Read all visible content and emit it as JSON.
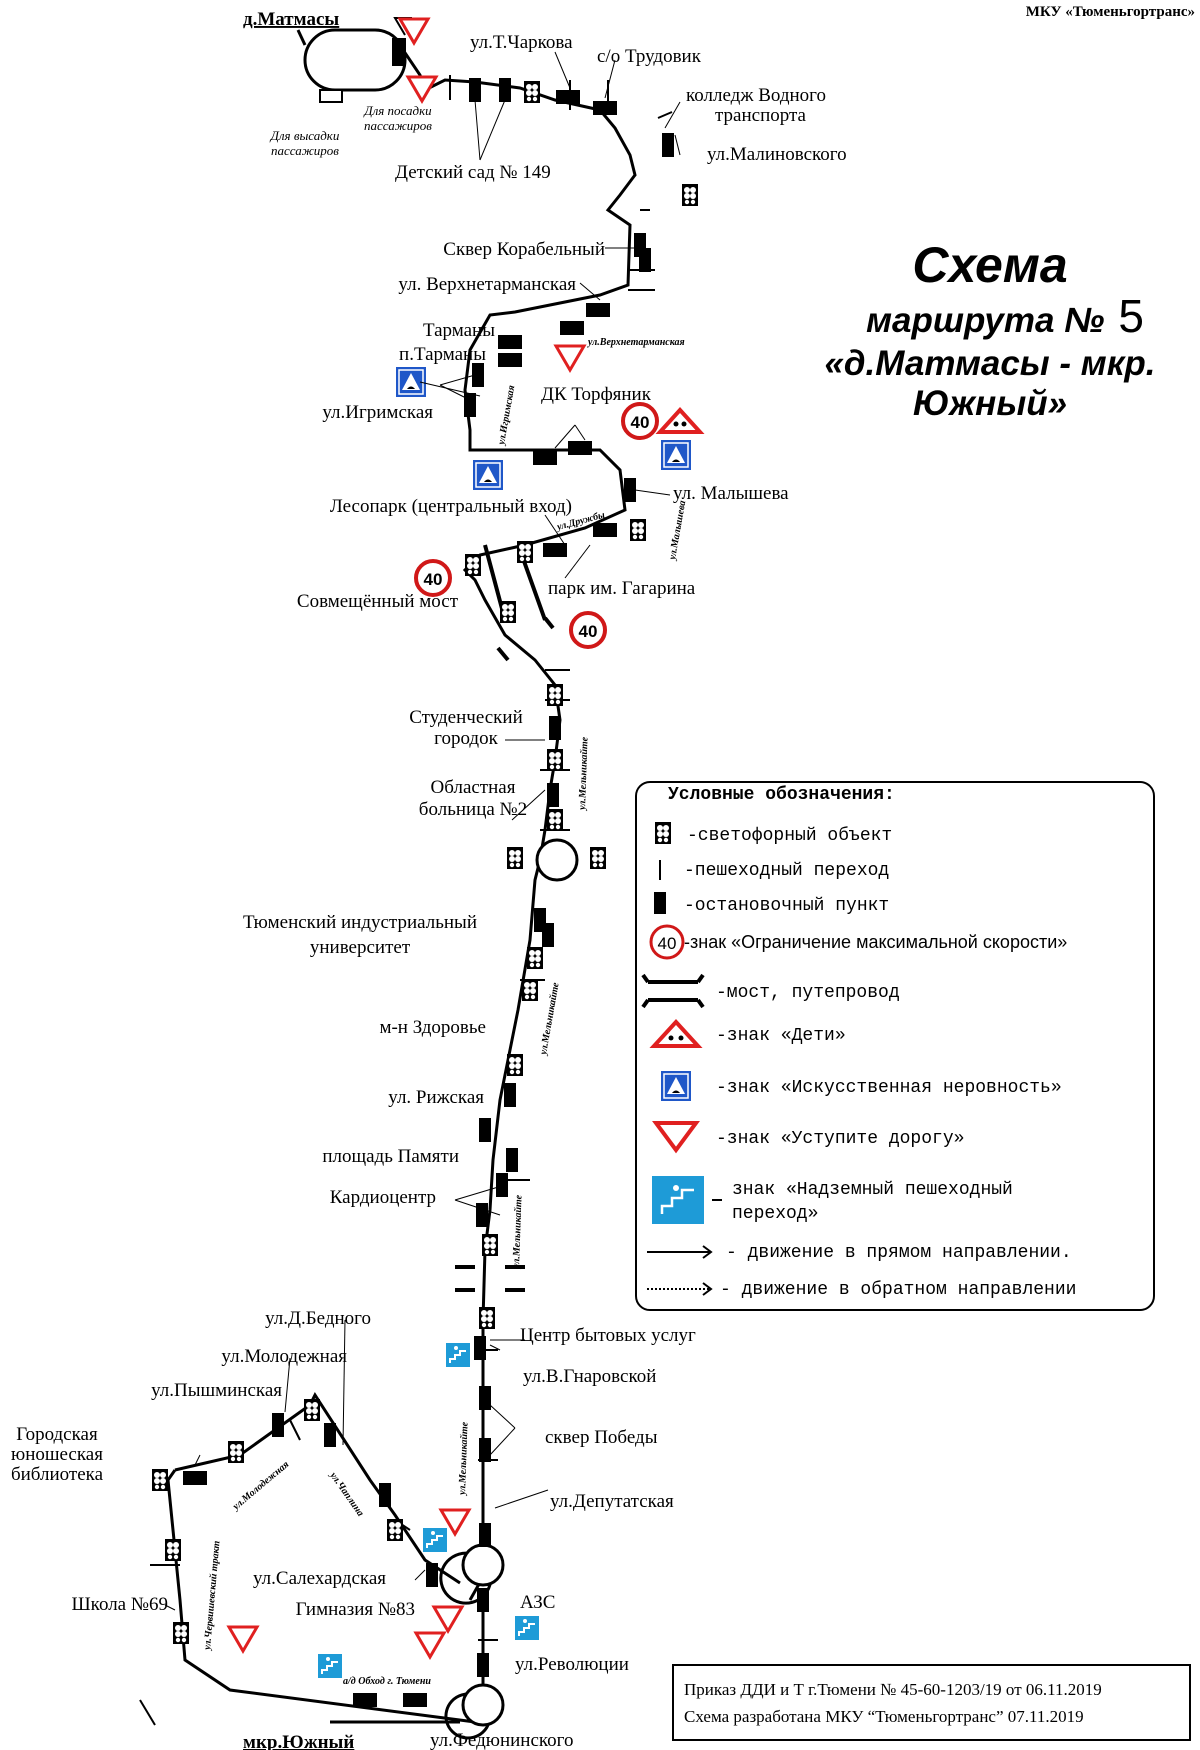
{
  "organization": "МКУ «Тюменьгортранс»",
  "title": {
    "line1": "Схема",
    "line2_prefix": "маршрута №",
    "route_number": "5",
    "line3": "«д.Матмасы - мкр.",
    "line4": "Южный»"
  },
  "terminals": {
    "start": "д.Матмасы",
    "end": "мкр.Южный",
    "dropoff_note_1": "Для высадки",
    "dropoff_note_2": "пассажиров",
    "boarding_note_1": "Для посадки",
    "boarding_note_2": "пассажиров"
  },
  "stops": {
    "charkova": "ул.Т.Чаркова",
    "trudovik": "с/о Трудовик",
    "college_1": "колледж Водного",
    "college_2": "транспорта",
    "malinovskogo": "ул.Малиновского",
    "kindergarten": "Детский сад № 149",
    "skver_korabelny": "Сквер Корабельный",
    "verkhnetarmanskaya": "ул. Верхнетарманская",
    "tarmany": "Тарманы",
    "p_tarmany": "п.Тарманы",
    "igrimskaya": "ул.Игримская",
    "dk_torfyanik": "ДК Торфяник",
    "malysheva": "ул. Малышева",
    "lesopark": "Лесопарк (центральный вход)",
    "park_gagarina": "парк им. Гагарина",
    "sovmeshchenny_most": "Совмещённый мост",
    "studgorodok_1": "Студенческий",
    "studgorodok_2": "городок",
    "hospital_1": "Областная",
    "hospital_2": "больница №2",
    "university_1": "Тюменский индустриальный",
    "university_2": "университет",
    "zdorovie": "м-н Здоровье",
    "rizhskaya": "ул. Рижская",
    "pamyati": "площадь Памяти",
    "cardiocenter": "Кардиоцентр",
    "bytovye": "Центр бытовых услуг",
    "gnarovskoy": "ул.В.Гнаровской",
    "skver_pobedy": "сквер Победы",
    "deputatskaya": "ул.Депутатская",
    "azs": "АЗС",
    "revolyutsii": "ул.Революции",
    "fedyuninskogo": "ул.Федюнинского",
    "d_bednogo": "ул.Д.Бедного",
    "molodezhnaya": "ул.Молодежная",
    "pyshminskaya": "ул.Пышминская",
    "library_1": "Городская",
    "library_2": "юношеская",
    "library_3": "библиотека",
    "salekhardskaya": "ул.Салехардская",
    "gymnasium": "Гимназия №83",
    "school": "Школа №69"
  },
  "street_labels": {
    "verkhnetarmanskaya": "ул.Верхнетарманская",
    "igrimskaya": "ул.Игримская",
    "druzhby": "ул.Дружбы",
    "malysheva": "ул.Малышева",
    "melnikayte_1": "ул.Мельникайте",
    "melnikayte_2": "ул.Мельникайте",
    "melnikayte_3": "ул.Мельникайте",
    "melnikayte_4": "ул.Мельникайте",
    "molodezhnaya": "ул.Молодежная",
    "chaplina": "ул.Чаплина",
    "chervishevsky": "ул.Червишевский тракт",
    "obkhod": "а/д Обход г. Тюмени"
  },
  "speed_limit": "40",
  "legend": {
    "title": "Условные обозначения:",
    "items": [
      {
        "icon": "traffic-light-icon",
        "text": "-светофорный объект"
      },
      {
        "icon": "crosswalk-icon",
        "text": "-пешеходный переход"
      },
      {
        "icon": "bus-stop-icon",
        "text": "-остановочный пункт"
      },
      {
        "icon": "speed-limit-icon",
        "text": "-знак «Ограничение максимальной скорости»"
      },
      {
        "icon": "bridge-icon",
        "text": "-мост, путепровод"
      },
      {
        "icon": "children-sign-icon",
        "text": "-знак «Дети»"
      },
      {
        "icon": "speed-bump-icon",
        "text": "-знак «Искусственная неровность»"
      },
      {
        "icon": "yield-sign-icon",
        "text": "-знак «Уступите дорогу»"
      },
      {
        "icon": "overpass-icon",
        "text": "знак «Надземный пешеходный"
      },
      {
        "icon": "forward-arrow-icon",
        "text": "- движение в прямом направлении."
      },
      {
        "icon": "reverse-arrow-icon",
        "text": "- движение в обратном направлении"
      }
    ],
    "overpass_line2": "переход»"
  },
  "footer": {
    "line1": "Приказ ДДИ и Т г.Тюмени № 45-60-1203/19 от 06.11.2019",
    "line2": "Схема разработана МКУ “Тюменьгортранс” 07.11.2019"
  }
}
